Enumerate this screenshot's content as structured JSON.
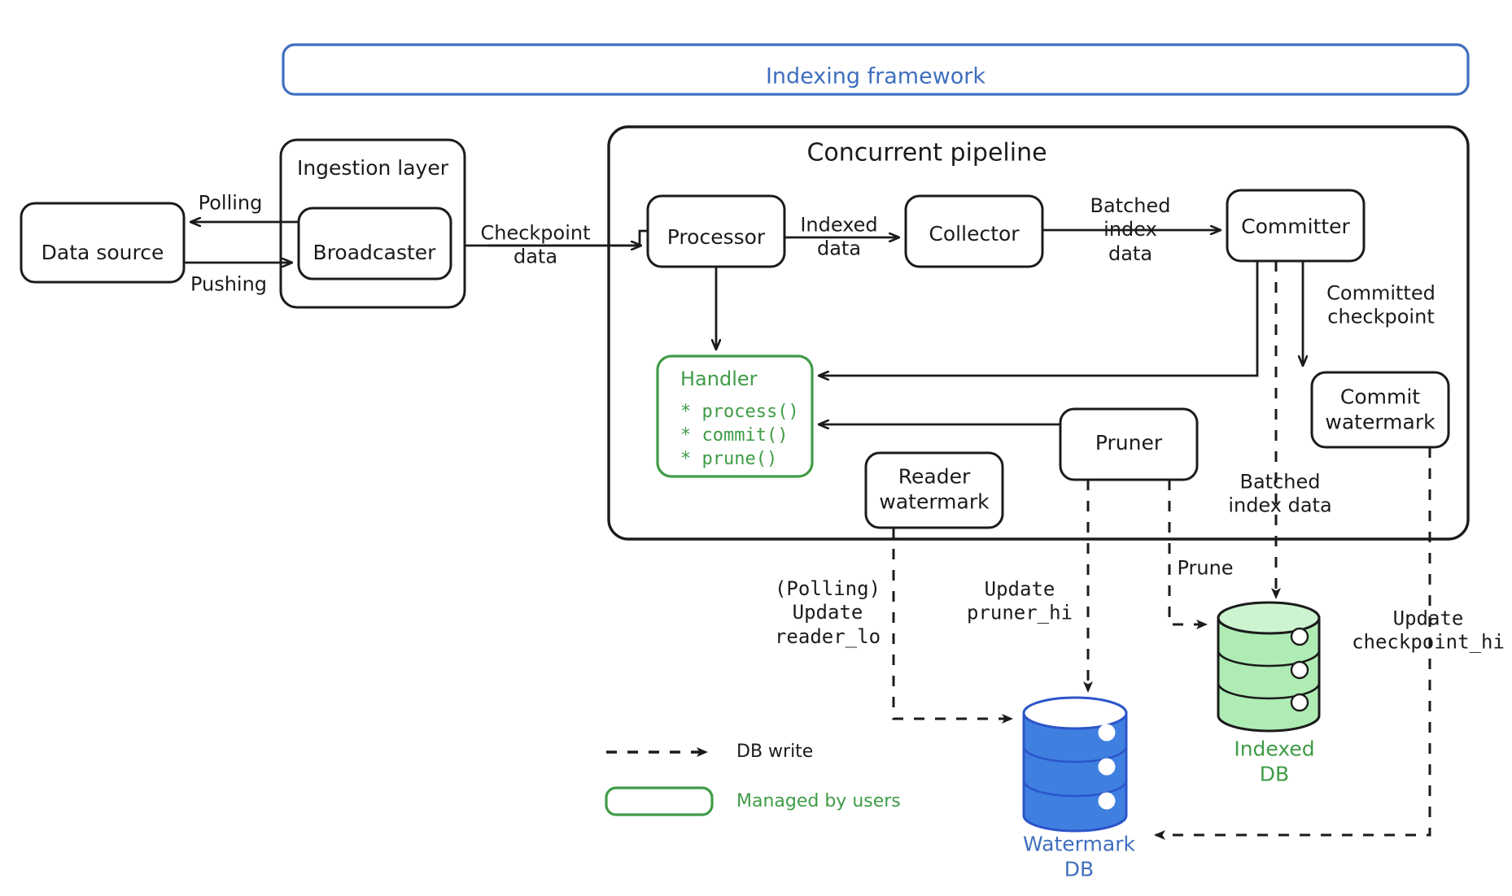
{
  "framework": {
    "title": "Indexing framework",
    "title_color": "#3f6fbf"
  },
  "groups": {
    "ingestion": "Ingestion layer",
    "pipeline": "Concurrent pipeline"
  },
  "nodes": {
    "data_source": "Data source",
    "broadcaster": "Broadcaster",
    "processor": "Processor",
    "collector": "Collector",
    "committer": "Committer",
    "commit_watermark": "Commit\nwatermark",
    "reader_watermark": "Reader\nwatermark",
    "pruner": "Pruner"
  },
  "handler": {
    "title": "Handler",
    "methods": [
      "* process()",
      "* commit()",
      "* prune()"
    ],
    "color": "#3f9c46"
  },
  "edges": {
    "polling": "Polling",
    "pushing": "Pushing",
    "checkpoint_data": "Checkpoint\ndata",
    "indexed_data": "Indexed\ndata",
    "batched_index_data": "Batched\nindex\ndata",
    "committed_checkpoint": "Committed\ncheckpoint",
    "batched_index_data_2": "Batched\nindex data",
    "prune": "Prune",
    "polling_update_reader_lo": "(Polling)\nUpdate\nreader_lo",
    "update_pruner_hi": "Update\npruner_hi",
    "update_checkpoint_hi": "Update\ncheckpoint_hi"
  },
  "databases": {
    "watermark": {
      "label": "Watermark\nDB",
      "color": "#3f6fbf",
      "fill": "#3f7fe0"
    },
    "indexed": {
      "label": "Indexed\nDB",
      "color": "#3f9c46",
      "fill": "#aeecb4"
    }
  },
  "legend": {
    "db_write": "DB write",
    "managed_by_users": "Managed by users"
  }
}
